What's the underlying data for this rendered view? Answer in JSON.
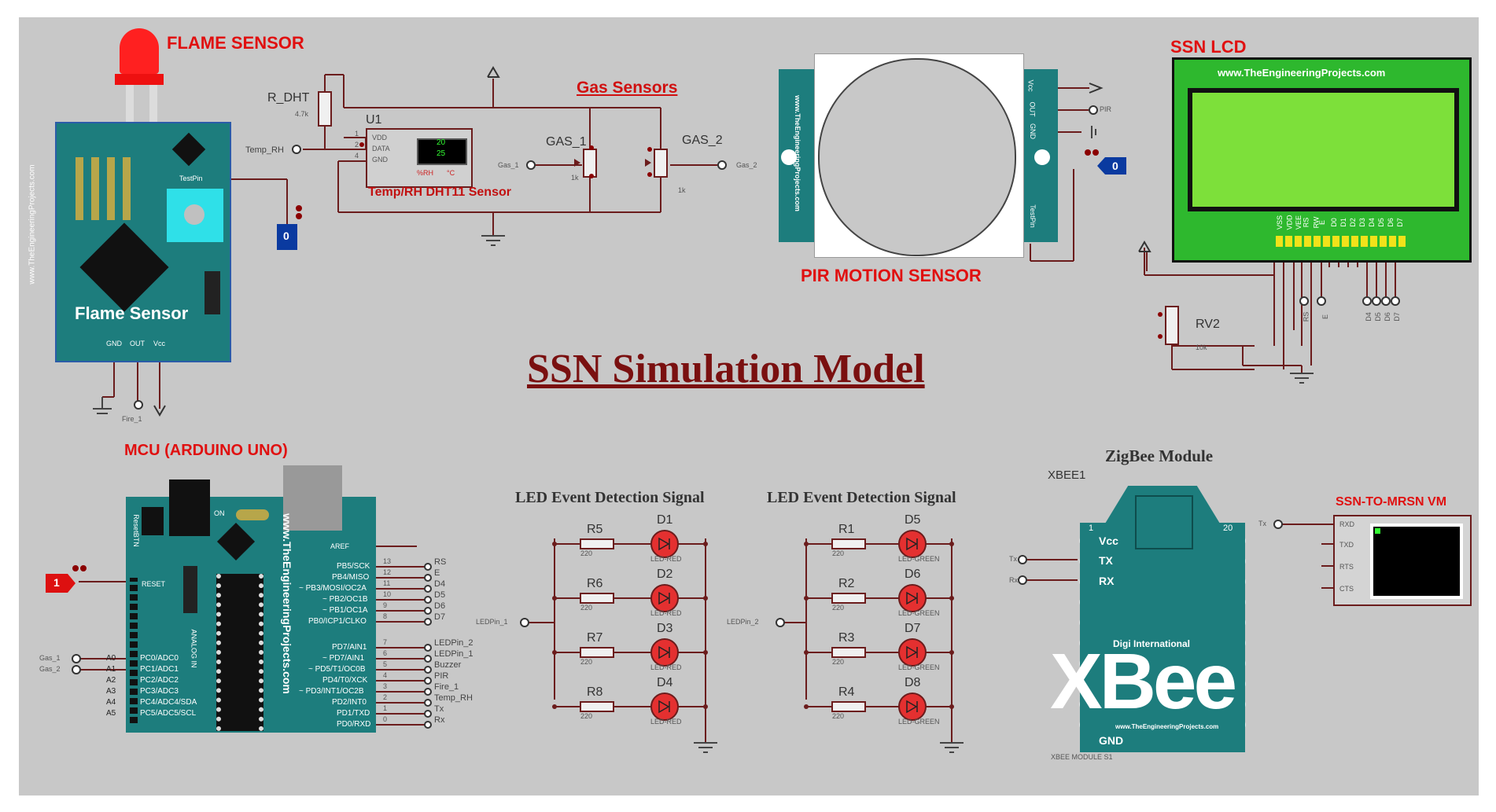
{
  "title": "SSN Simulation Model",
  "flame": {
    "heading": "FLAME SENSOR",
    "board_label": "Flame Sensor",
    "url": "www.TheEngineeringProjects.com",
    "testpin": "TestPin",
    "pins": [
      "GND",
      "OUT",
      "Vcc"
    ],
    "net": "Fire_1",
    "probe": "0"
  },
  "dht": {
    "resistor": "R_DHT",
    "resistor_value": "4.7k",
    "ref": "U1",
    "pins": [
      "VDD",
      "DATA",
      "GND"
    ],
    "pin_numbers": [
      "1",
      "2",
      "4"
    ],
    "net": "Temp_RH",
    "readout": [
      "20",
      "25"
    ],
    "units": [
      "%RH",
      "°C"
    ],
    "caption": "Temp/RH DHT11 Sensor"
  },
  "gas": {
    "heading": "Gas Sensors",
    "s1": "GAS_1",
    "s2": "GAS_2",
    "net1": "Gas_1",
    "net2": "Gas_2",
    "value": "1k"
  },
  "pir": {
    "heading": "PIR MOTION SENSOR",
    "url": "www.TheEngineeringProjects.com",
    "pins": [
      "Vcc",
      "OUT",
      "GND"
    ],
    "testpin": "TestPin",
    "net": "PIR",
    "probe": "0"
  },
  "lcd": {
    "heading": "SSN LCD",
    "url": "www.TheEngineeringProjects.com",
    "pins": [
      "VSS",
      "VDD",
      "VEE",
      "RS",
      "RW",
      "E",
      "D0",
      "D1",
      "D2",
      "D3",
      "D4",
      "D5",
      "D6",
      "D7"
    ],
    "nets": [
      "RS",
      "E",
      "D4",
      "D5",
      "D6",
      "D7"
    ],
    "pot": "RV2",
    "pot_value": "10k"
  },
  "mcu": {
    "heading": "MCU (ARDUINO UNO)",
    "url": "www.TheEngineeringProjects.com",
    "reset_btn": "ResetBTN",
    "on": "ON",
    "reset": "RESET",
    "aref": "AREF",
    "analog_in": "ANALOG IN",
    "probe": "1",
    "left_pins": [
      "PC0/ADC0",
      "PC1/ADC1",
      "PC2/ADC2",
      "PC3/ADC3",
      "PC4/ADC4/SDA",
      "PC5/ADC5/SCL"
    ],
    "left_nums": [
      "A0",
      "A1",
      "A2",
      "A3",
      "A4",
      "A5"
    ],
    "left_nets": [
      "Gas_1",
      "Gas_2"
    ],
    "right_pins_top": [
      "PB5/SCK",
      "PB4/MISO",
      "~ PB3/MOSI/OC2A",
      "~ PB2/OC1B",
      "~ PB1/OC1A",
      "PB0/ICP1/CLKO"
    ],
    "right_nums_top": [
      "13",
      "12",
      "11",
      "10",
      "9",
      "8"
    ],
    "right_nets_top": [
      "RS",
      "E",
      "D4",
      "D5",
      "D6",
      "D7"
    ],
    "right_pins_bot": [
      "PD7/AIN1",
      "~ PD7/AIN1",
      "~ PD5/T1/OC0B",
      "PD4/T0/XCK",
      "~ PD3/INT1/OC2B",
      "PD2/INT0",
      "PD1/TXD",
      "PD0/RXD"
    ],
    "right_nums_bot": [
      "7",
      "6",
      "5",
      "4",
      "3",
      "2",
      "1",
      "0"
    ],
    "right_nets_bot": [
      "LEDPin_2",
      "LEDPin_1",
      "Buzzer",
      "PIR",
      "Fire_1",
      "Temp_RH",
      "Tx",
      "Rx"
    ]
  },
  "led1": {
    "heading": "LED Event Detection Signal",
    "net": "LEDPin_1",
    "resistors": [
      "R5",
      "R6",
      "R7",
      "R8"
    ],
    "leds": [
      "D1",
      "D2",
      "D3",
      "D4"
    ],
    "value": "220",
    "type": "LED-RED"
  },
  "led2": {
    "heading": "LED Event Detection Signal",
    "net": "LEDPin_2",
    "resistors": [
      "R1",
      "R2",
      "R3",
      "R4"
    ],
    "leds": [
      "D5",
      "D6",
      "D7",
      "D8"
    ],
    "value": "220",
    "type": "LED-GREEN"
  },
  "zigbee": {
    "heading": "ZigBee Module",
    "ref": "XBEE1",
    "pin1": "1",
    "pin20": "20",
    "pins": [
      "Vcc",
      "TX",
      "RX",
      "GND"
    ],
    "nets": [
      "Tx",
      "Rx"
    ],
    "maker": "Digi International",
    "logo": "XBee",
    "url": "www.TheEngineeringProjects.com",
    "model": "XBEE MODULE S1"
  },
  "vm": {
    "heading": "SSN-TO-MRSN VM",
    "net": "Tx",
    "pins": [
      "RXD",
      "TXD",
      "RTS",
      "CTS"
    ]
  },
  "colors": {
    "background": "#c8c8c8",
    "board_teal": "#1d7d7d",
    "wire": "#6b1c1c",
    "red_title": "#e01010",
    "lcd_green": "#55c02a",
    "lcd_frame": "#118811"
  }
}
